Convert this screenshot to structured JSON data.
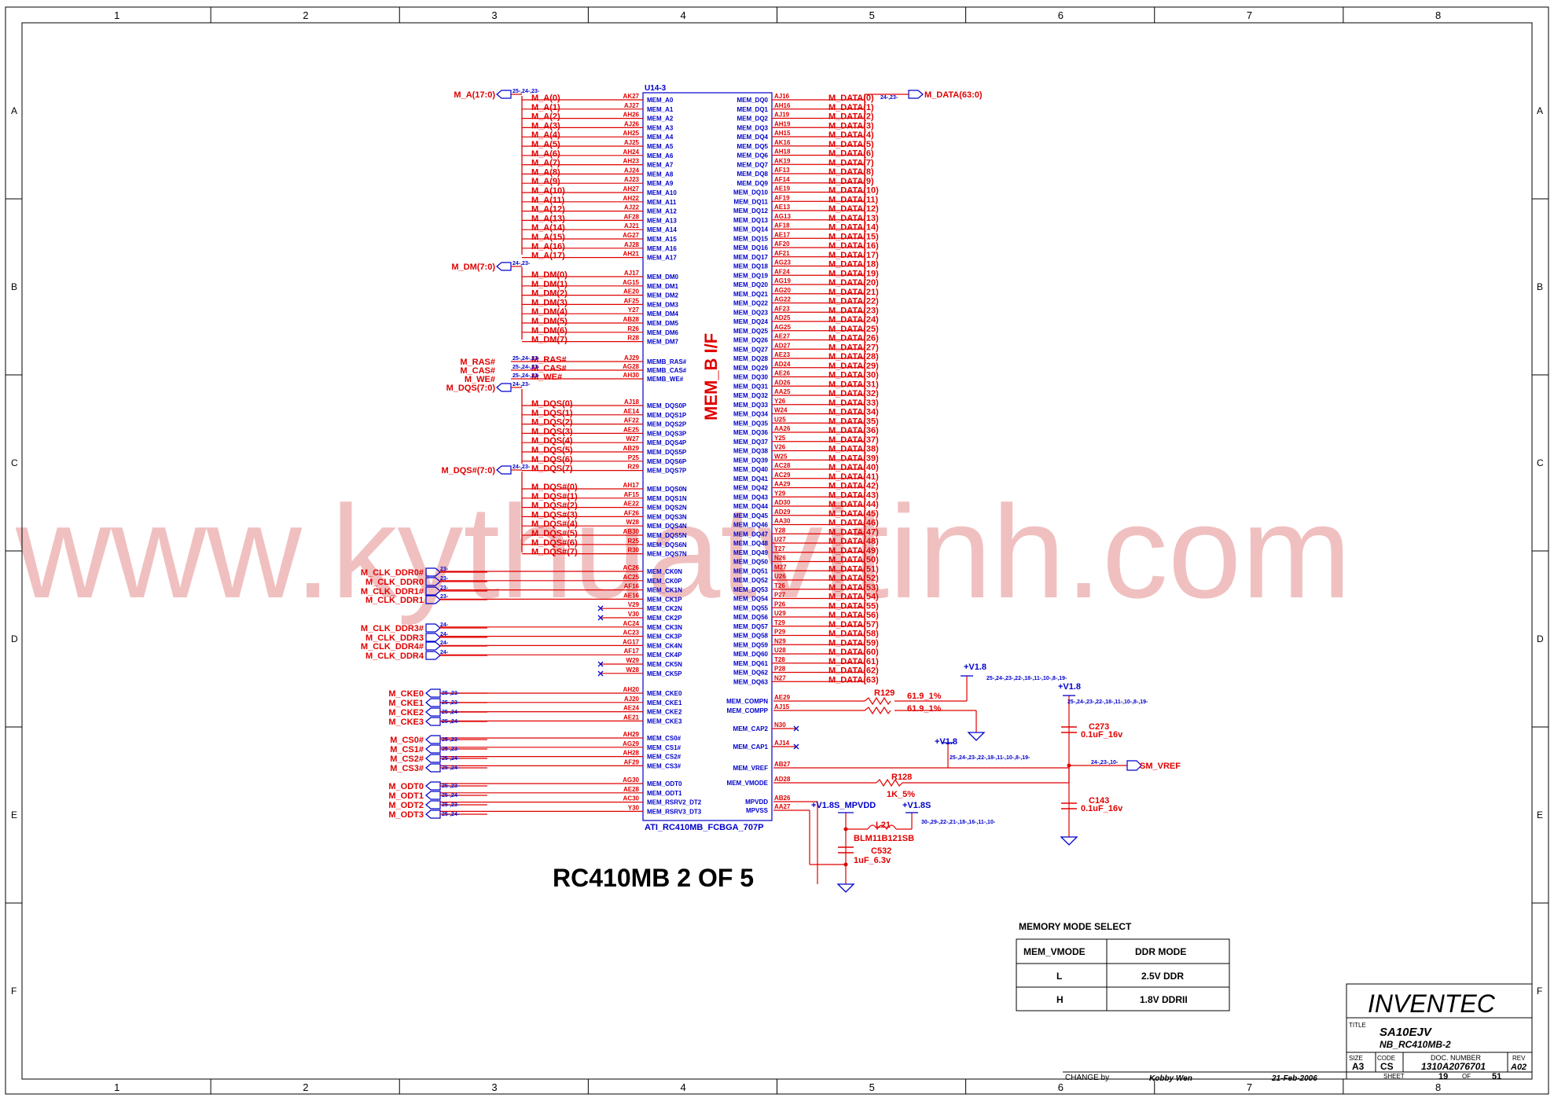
{
  "colors": {
    "net_red": "#e00000",
    "pin_blue": "#0000cc",
    "frame": "#000000",
    "watermark": "#f2c4c4"
  },
  "frame": {
    "columns": [
      "1",
      "2",
      "3",
      "4",
      "5",
      "6",
      "7",
      "8"
    ],
    "rows": [
      "A",
      "B",
      "C",
      "D",
      "E",
      "F"
    ]
  },
  "watermark": "www.kythuatvitinh.com",
  "chip": {
    "refdes": "U14-3",
    "part": "ATI_RC410MB_FCBGA_707P",
    "block_label": "MEM_B I/F",
    "left_pins": [
      {
        "ball": "AK27",
        "pin": "MEM_A0",
        "net": "M_A(0)"
      },
      {
        "ball": "AJ27",
        "pin": "MEM_A1",
        "net": "M_A(1)"
      },
      {
        "ball": "AH26",
        "pin": "MEM_A2",
        "net": "M_A(2)"
      },
      {
        "ball": "AJ26",
        "pin": "MEM_A3",
        "net": "M_A(3)"
      },
      {
        "ball": "AH25",
        "pin": "MEM_A4",
        "net": "M_A(4)"
      },
      {
        "ball": "AJ25",
        "pin": "MEM_A5",
        "net": "M_A(5)"
      },
      {
        "ball": "AH24",
        "pin": "MEM_A6",
        "net": "M_A(6)"
      },
      {
        "ball": "AH23",
        "pin": "MEM_A7",
        "net": "M_A(7)"
      },
      {
        "ball": "AJ24",
        "pin": "MEM_A8",
        "net": "M_A(8)"
      },
      {
        "ball": "AJ23",
        "pin": "MEM_A9",
        "net": "M_A(9)"
      },
      {
        "ball": "AH27",
        "pin": "MEM_A10",
        "net": "M_A(10)"
      },
      {
        "ball": "AH22",
        "pin": "MEM_A11",
        "net": "M_A(11)"
      },
      {
        "ball": "AJ22",
        "pin": "MEM_A12",
        "net": "M_A(12)"
      },
      {
        "ball": "AF28",
        "pin": "MEM_A13",
        "net": "M_A(13)"
      },
      {
        "ball": "AJ21",
        "pin": "MEM_A14",
        "net": "M_A(14)"
      },
      {
        "ball": "AG27",
        "pin": "MEM_A15",
        "net": "M_A(15)"
      },
      {
        "ball": "AJ28",
        "pin": "MEM_A16",
        "net": "M_A(16)"
      },
      {
        "ball": "AH21",
        "pin": "MEM_A17",
        "net": "M_A(17)"
      },
      {
        "ball": "AJ17",
        "pin": "MEM_DM0",
        "net": "M_DM(0)"
      },
      {
        "ball": "AG15",
        "pin": "MEM_DM1",
        "net": "M_DM(1)"
      },
      {
        "ball": "AE20",
        "pin": "MEM_DM2",
        "net": "M_DM(2)"
      },
      {
        "ball": "AF25",
        "pin": "MEM_DM3",
        "net": "M_DM(3)"
      },
      {
        "ball": "Y27",
        "pin": "MEM_DM4",
        "net": "M_DM(4)"
      },
      {
        "ball": "AB28",
        "pin": "MEM_DM5",
        "net": "M_DM(5)"
      },
      {
        "ball": "R26",
        "pin": "MEM_DM6",
        "net": "M_DM(6)"
      },
      {
        "ball": "R28",
        "pin": "MEM_DM7",
        "net": "M_DM(7)"
      },
      {
        "ball": "AJ29",
        "pin": "MEMB_RAS#",
        "net": "M_RAS#"
      },
      {
        "ball": "AG28",
        "pin": "MEMB_CAS#",
        "net": "M_CAS#"
      },
      {
        "ball": "AH30",
        "pin": "MEMB_WE#",
        "net": "M_WE#"
      },
      {
        "ball": "AJ18",
        "pin": "MEM_DQS0P",
        "net": "M_DQS(0)"
      },
      {
        "ball": "AE14",
        "pin": "MEM_DQS1P",
        "net": "M_DQS(1)"
      },
      {
        "ball": "AF22",
        "pin": "MEM_DQS2P",
        "net": "M_DQS(2)"
      },
      {
        "ball": "AE25",
        "pin": "MEM_DQS3P",
        "net": "M_DQS(3)"
      },
      {
        "ball": "W27",
        "pin": "MEM_DQS4P",
        "net": "M_DQS(4)"
      },
      {
        "ball": "AB29",
        "pin": "MEM_DQS5P",
        "net": "M_DQS(5)"
      },
      {
        "ball": "P25",
        "pin": "MEM_DQS6P",
        "net": "M_DQS(6)"
      },
      {
        "ball": "R29",
        "pin": "MEM_DQS7P",
        "net": "M_DQS(7)"
      },
      {
        "ball": "AH17",
        "pin": "MEM_DQS0N",
        "net": "M_DQS#(0)"
      },
      {
        "ball": "AF15",
        "pin": "MEM_DQS1N",
        "net": "M_DQS#(1)"
      },
      {
        "ball": "AE22",
        "pin": "MEM_DQS2N",
        "net": "M_DQS#(2)"
      },
      {
        "ball": "AF26",
        "pin": "MEM_DQS3N",
        "net": "M_DQS#(3)"
      },
      {
        "ball": "W28",
        "pin": "MEM_DQS4N",
        "net": "M_DQS#(4)"
      },
      {
        "ball": "AB30",
        "pin": "MEM_DQS5N",
        "net": "M_DQS#(5)"
      },
      {
        "ball": "R25",
        "pin": "MEM_DQS6N",
        "net": "M_DQS#(6)"
      },
      {
        "ball": "R30",
        "pin": "MEM_DQS7N",
        "net": "M_DQS#(7)"
      },
      {
        "ball": "AC26",
        "pin": "MEM_CK0N",
        "net": "M_CLK_DDR0#"
      },
      {
        "ball": "AC25",
        "pin": "MEM_CK0P",
        "net": "M_CLK_DDR0"
      },
      {
        "ball": "AF16",
        "pin": "MEM_CK1N",
        "net": "M_CLK_DDR1#"
      },
      {
        "ball": "AE16",
        "pin": "MEM_CK1P",
        "net": "M_CLK_DDR1"
      },
      {
        "ball": "V29",
        "pin": "MEM_CK2N",
        "net": ""
      },
      {
        "ball": "V30",
        "pin": "MEM_CK2P",
        "net": ""
      },
      {
        "ball": "AC24",
        "pin": "MEM_CK3N",
        "net": "M_CLK_DDR3#"
      },
      {
        "ball": "AC23",
        "pin": "MEM_CK3P",
        "net": "M_CLK_DDR3"
      },
      {
        "ball": "AG17",
        "pin": "MEM_CK4N",
        "net": "M_CLK_DDR4#"
      },
      {
        "ball": "AF17",
        "pin": "MEM_CK4P",
        "net": "M_CLK_DDR4"
      },
      {
        "ball": "W29",
        "pin": "MEM_CK5N",
        "net": ""
      },
      {
        "ball": "W28",
        "pin": "MEM_CK5P",
        "net": ""
      },
      {
        "ball": "AH20",
        "pin": "MEM_CKE0",
        "net": "M_CKE0"
      },
      {
        "ball": "AJ20",
        "pin": "MEM_CKE1",
        "net": "M_CKE1"
      },
      {
        "ball": "AE24",
        "pin": "MEM_CKE2",
        "net": "M_CKE2"
      },
      {
        "ball": "AE21",
        "pin": "MEM_CKE3",
        "net": "M_CKE3"
      },
      {
        "ball": "AH29",
        "pin": "MEM_CS0#",
        "net": "M_CS0#"
      },
      {
        "ball": "AG29",
        "pin": "MEM_CS1#",
        "net": "M_CS1#"
      },
      {
        "ball": "AH28",
        "pin": "MEM_CS2#",
        "net": "M_CS2#"
      },
      {
        "ball": "AF29",
        "pin": "MEM_CS3#",
        "net": "M_CS3#"
      },
      {
        "ball": "AG30",
        "pin": "MEM_ODT0",
        "net": "M_ODT0"
      },
      {
        "ball": "AE28",
        "pin": "MEM_ODT1",
        "net": "M_ODT1"
      },
      {
        "ball": "AC30",
        "pin": "MEM_RSRV2_DT2",
        "net": "M_ODT2"
      },
      {
        "ball": "Y30",
        "pin": "MEM_RSRV3_DT3",
        "net": "M_ODT3"
      }
    ],
    "right_pins": [
      {
        "ball": "AJ16",
        "pin": "MEM_DQ0",
        "net": "M_DATA(0)"
      },
      {
        "ball": "AH16",
        "pin": "MEM_DQ1",
        "net": "M_DATA(1)"
      },
      {
        "ball": "AJ19",
        "pin": "MEM_DQ2",
        "net": "M_DATA(2)"
      },
      {
        "ball": "AH19",
        "pin": "MEM_DQ3",
        "net": "M_DATA(3)"
      },
      {
        "ball": "AH15",
        "pin": "MEM_DQ4",
        "net": "M_DATA(4)"
      },
      {
        "ball": "AK16",
        "pin": "MEM_DQ5",
        "net": "M_DATA(5)"
      },
      {
        "ball": "AH18",
        "pin": "MEM_DQ6",
        "net": "M_DATA(6)"
      },
      {
        "ball": "AK19",
        "pin": "MEM_DQ7",
        "net": "M_DATA(7)"
      },
      {
        "ball": "AF13",
        "pin": "MEM_DQ8",
        "net": "M_DATA(8)"
      },
      {
        "ball": "AF14",
        "pin": "MEM_DQ9",
        "net": "M_DATA(9)"
      },
      {
        "ball": "AE19",
        "pin": "MEM_DQ10",
        "net": "M_DATA(10)"
      },
      {
        "ball": "AF19",
        "pin": "MEM_DQ11",
        "net": "M_DATA(11)"
      },
      {
        "ball": "AE13",
        "pin": "MEM_DQ12",
        "net": "M_DATA(12)"
      },
      {
        "ball": "AG13",
        "pin": "MEM_DQ13",
        "net": "M_DATA(13)"
      },
      {
        "ball": "AF18",
        "pin": "MEM_DQ14",
        "net": "M_DATA(14)"
      },
      {
        "ball": "AE17",
        "pin": "MEM_DQ15",
        "net": "M_DATA(15)"
      },
      {
        "ball": "AF20",
        "pin": "MEM_DQ16",
        "net": "M_DATA(16)"
      },
      {
        "ball": "AF21",
        "pin": "MEM_DQ17",
        "net": "M_DATA(17)"
      },
      {
        "ball": "AG23",
        "pin": "MEM_DQ18",
        "net": "M_DATA(18)"
      },
      {
        "ball": "AF24",
        "pin": "MEM_DQ19",
        "net": "M_DATA(19)"
      },
      {
        "ball": "AG19",
        "pin": "MEM_DQ20",
        "net": "M_DATA(20)"
      },
      {
        "ball": "AG20",
        "pin": "MEM_DQ21",
        "net": "M_DATA(21)"
      },
      {
        "ball": "AG22",
        "pin": "MEM_DQ22",
        "net": "M_DATA(22)"
      },
      {
        "ball": "AF23",
        "pin": "MEM_DQ23",
        "net": "M_DATA(23)"
      },
      {
        "ball": "AD25",
        "pin": "MEM_DQ24",
        "net": "M_DATA(24)"
      },
      {
        "ball": "AG25",
        "pin": "MEM_DQ25",
        "net": "M_DATA(25)"
      },
      {
        "ball": "AE27",
        "pin": "MEM_DQ26",
        "net": "M_DATA(26)"
      },
      {
        "ball": "AD27",
        "pin": "MEM_DQ27",
        "net": "M_DATA(27)"
      },
      {
        "ball": "AE23",
        "pin": "MEM_DQ28",
        "net": "M_DATA(28)"
      },
      {
        "ball": "AD24",
        "pin": "MEM_DQ29",
        "net": "M_DATA(29)"
      },
      {
        "ball": "AE26",
        "pin": "MEM_DQ30",
        "net": "M_DATA(30)"
      },
      {
        "ball": "AD26",
        "pin": "MEM_DQ31",
        "net": "M_DATA(31)"
      },
      {
        "ball": "AA25",
        "pin": "MEM_DQ32",
        "net": "M_DATA(32)"
      },
      {
        "ball": "Y26",
        "pin": "MEM_DQ33",
        "net": "M_DATA(33)"
      },
      {
        "ball": "W24",
        "pin": "MEM_DQ34",
        "net": "M_DATA(34)"
      },
      {
        "ball": "U25",
        "pin": "MEM_DQ35",
        "net": "M_DATA(35)"
      },
      {
        "ball": "AA26",
        "pin": "MEM_DQ36",
        "net": "M_DATA(36)"
      },
      {
        "ball": "Y25",
        "pin": "MEM_DQ37",
        "net": "M_DATA(37)"
      },
      {
        "ball": "V26",
        "pin": "MEM_DQ38",
        "net": "M_DATA(38)"
      },
      {
        "ball": "W25",
        "pin": "MEM_DQ39",
        "net": "M_DATA(39)"
      },
      {
        "ball": "AC28",
        "pin": "MEM_DQ40",
        "net": "M_DATA(40)"
      },
      {
        "ball": "AC29",
        "pin": "MEM_DQ41",
        "net": "M_DATA(41)"
      },
      {
        "ball": "AA29",
        "pin": "MEM_DQ42",
        "net": "M_DATA(42)"
      },
      {
        "ball": "Y29",
        "pin": "MEM_DQ43",
        "net": "M_DATA(43)"
      },
      {
        "ball": "AD30",
        "pin": "MEM_DQ44",
        "net": "M_DATA(44)"
      },
      {
        "ball": "AD29",
        "pin": "MEM_DQ45",
        "net": "M_DATA(45)"
      },
      {
        "ball": "AA30",
        "pin": "MEM_DQ46",
        "net": "M_DATA(46)"
      },
      {
        "ball": "Y28",
        "pin": "MEM_DQ47",
        "net": "M_DATA(47)"
      },
      {
        "ball": "U27",
        "pin": "MEM_DQ48",
        "net": "M_DATA(48)"
      },
      {
        "ball": "T27",
        "pin": "MEM_DQ49",
        "net": "M_DATA(49)"
      },
      {
        "ball": "N26",
        "pin": "MEM_DQ50",
        "net": "M_DATA(50)"
      },
      {
        "ball": "M27",
        "pin": "MEM_DQ51",
        "net": "M_DATA(51)"
      },
      {
        "ball": "U26",
        "pin": "MEM_DQ52",
        "net": "M_DATA(52)"
      },
      {
        "ball": "T26",
        "pin": "MEM_DQ53",
        "net": "M_DATA(53)"
      },
      {
        "ball": "P27",
        "pin": "MEM_DQ54",
        "net": "M_DATA(54)"
      },
      {
        "ball": "P26",
        "pin": "MEM_DQ55",
        "net": "M_DATA(55)"
      },
      {
        "ball": "U29",
        "pin": "MEM_DQ56",
        "net": "M_DATA(56)"
      },
      {
        "ball": "T29",
        "pin": "MEM_DQ57",
        "net": "M_DATA(57)"
      },
      {
        "ball": "P29",
        "pin": "MEM_DQ58",
        "net": "M_DATA(58)"
      },
      {
        "ball": "N29",
        "pin": "MEM_DQ59",
        "net": "M_DATA(59)"
      },
      {
        "ball": "U28",
        "pin": "MEM_DQ60",
        "net": "M_DATA(60)"
      },
      {
        "ball": "T28",
        "pin": "MEM_DQ61",
        "net": "M_DATA(61)"
      },
      {
        "ball": "P28",
        "pin": "MEM_DQ62",
        "net": "M_DATA(62)"
      },
      {
        "ball": "N27",
        "pin": "MEM_DQ63",
        "net": "M_DATA(63)"
      }
    ],
    "power_pins": [
      {
        "ball": "AE29",
        "pin": "MEM_COMPN"
      },
      {
        "ball": "AJ15",
        "pin": "MEM_COMPP"
      },
      {
        "ball": "N30",
        "pin": "MEM_CAP2"
      },
      {
        "ball": "AJ14",
        "pin": "MEM_CAP1"
      },
      {
        "ball": "AB27",
        "pin": "MEM_VREF"
      },
      {
        "ball": "AD28",
        "pin": "MEM_VMODE"
      },
      {
        "ball": "AB26",
        "pin": "MPVDD"
      },
      {
        "ball": "AA27",
        "pin": "MPVSS"
      }
    ]
  },
  "buses": {
    "m_a": {
      "name": "M_A(17:0)",
      "refs": "25-,24-,23-"
    },
    "m_dm": {
      "name": "M_DM(7:0)",
      "refs": "24-,23-"
    },
    "m_ras": {
      "name": "M_RAS#",
      "refs": "25-,24-,23-"
    },
    "m_cas": {
      "name": "M_CAS#",
      "refs": "25-,24-,23-"
    },
    "m_we": {
      "name": "M_WE#",
      "refs": "25-,24-,23-"
    },
    "m_dqs": {
      "name": "M_DQS(7:0)",
      "refs": "24-,23-"
    },
    "m_dqsn": {
      "name": "M_DQS#(7:0)",
      "refs": "24-,23-"
    },
    "m_data": {
      "name": "M_DATA(63:0)",
      "refs": "24-,23-"
    }
  },
  "clock_offpage": [
    {
      "net": "M_CLK_DDR0#",
      "refs": "23-"
    },
    {
      "net": "M_CLK_DDR0",
      "refs": "23-"
    },
    {
      "net": "M_CLK_DDR1#",
      "refs": "23-"
    },
    {
      "net": "M_CLK_DDR1",
      "refs": "23-"
    },
    {
      "net": "M_CLK_DDR3#",
      "refs": "24-"
    },
    {
      "net": "M_CLK_DDR3",
      "refs": "24-"
    },
    {
      "net": "M_CLK_DDR4#",
      "refs": "24-"
    },
    {
      "net": "M_CLK_DDR4",
      "refs": "24-"
    }
  ],
  "ctrl_offpage": [
    {
      "net": "M_CKE0",
      "refs": "25-,23-"
    },
    {
      "net": "M_CKE1",
      "refs": "25-,23-"
    },
    {
      "net": "M_CKE2",
      "refs": "25-,24-"
    },
    {
      "net": "M_CKE3",
      "refs": "25-,24-"
    },
    {
      "net": "M_CS0#",
      "refs": "25-,23-"
    },
    {
      "net": "M_CS1#",
      "refs": "25-,23-"
    },
    {
      "net": "M_CS2#",
      "refs": "25-,24-"
    },
    {
      "net": "M_CS3#",
      "refs": "25-,24-"
    },
    {
      "net": "M_ODT0",
      "refs": "25-,23-"
    },
    {
      "net": "M_ODT1",
      "refs": "25-,24-"
    },
    {
      "net": "M_ODT2",
      "refs": "25-,23-"
    },
    {
      "net": "M_ODT3",
      "refs": "25-,24-"
    }
  ],
  "power": {
    "v18_label": "+V1.8",
    "v18_refs": "25-,24-,23-,22-,18-,11-,10-,8-,19-",
    "v18_label_b": "+V1.8",
    "v18_refs_b": "25-,24-,23-,22-,18-,11-,10-,8-,19-",
    "v18_label_c": "+V1.8",
    "v18_refs_c": "25-,24-,23-,22-,18-,11-,10-,8-,19-",
    "v18s_mpvdd": "+V1.8S_MPVDD",
    "v18s": "+V1.8S",
    "v18s_refs": "30-,29-,22-,21-,18-,16-,11-,10-",
    "sm_vref": "SM_VREF",
    "sm_vref_refs": "24-,23-,10-"
  },
  "components": {
    "r129": {
      "ref": "R129",
      "value": "61.9_1%",
      "value2": "61.9_1%"
    },
    "r128": {
      "ref": "R128",
      "value": "1K_5%"
    },
    "c273": {
      "ref": "C273",
      "value": "0.1uF_16v"
    },
    "c143": {
      "ref": "C143",
      "value": "0.1uF_16v"
    },
    "c532": {
      "ref": "C532",
      "value": "1uF_6.3v"
    },
    "l21": {
      "ref": "L21",
      "value": "BLM11B121SB"
    }
  },
  "page_label": "RC410MB 2 OF 5",
  "mode_table": {
    "title": "MEMORY MODE SELECT",
    "headers": [
      "MEM_VMODE",
      "DDR  MODE"
    ],
    "rows": [
      [
        "L",
        "2.5V  DDR"
      ],
      [
        "H",
        "1.8V  DDRII"
      ]
    ]
  },
  "title_block": {
    "company": "INVENTEC",
    "title_label": "TITLE",
    "title_1": "SA10EJV",
    "title_2": "NB_RC410MB-2",
    "size_label": "SIZE",
    "size": "A3",
    "code_label": "CODE",
    "code": "CS",
    "doc_label": "DOC. NUMBER",
    "doc": "1310A2076701",
    "rev_label": "REV",
    "rev": "A02",
    "sheet_label": "SHEET",
    "sheet": "19",
    "of_label": "OF",
    "total": "51",
    "change_label": "CHANGE by",
    "change_by": "Kobby Wen",
    "date": "21-Feb-2006"
  }
}
